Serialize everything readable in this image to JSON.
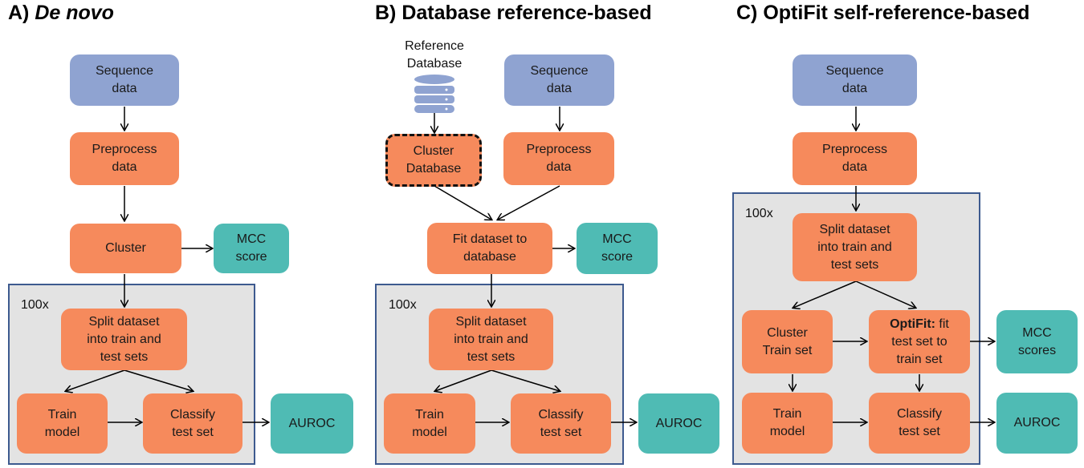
{
  "panelA": {
    "title_prefix": "A) ",
    "title_italic": "De novo",
    "sequence": "Sequence\ndata",
    "preprocess": "Preprocess\ndata",
    "cluster": "Cluster",
    "mcc": "MCC\nscore",
    "loop_label": "100x",
    "split": "Split dataset\ninto train and\ntest sets",
    "train": "Train\nmodel",
    "classify": "Classify\ntest set",
    "auroc": "AUROC"
  },
  "panelB": {
    "title": "B) Database reference-based",
    "reference_db": "Reference\nDatabase",
    "cluster_db": "Cluster\nDatabase",
    "sequence": "Sequence\ndata",
    "preprocess": "Preprocess\ndata",
    "fit": "Fit dataset to\ndatabase",
    "mcc": "MCC\nscore",
    "loop_label": "100x",
    "split": "Split dataset\ninto train and\ntest sets",
    "train": "Train\nmodel",
    "classify": "Classify\ntest set",
    "auroc": "AUROC"
  },
  "panelC": {
    "title": "C) OptiFit self-reference-based",
    "sequence": "Sequence\ndata",
    "preprocess": "Preprocess\ndata",
    "loop_label": "100x",
    "split": "Split dataset\ninto train and\ntest sets",
    "cluster_train": "Cluster\nTrain set",
    "optifit_bold": "OptiFit:",
    "optifit_rest": " fit\ntest set to\ntrain set",
    "mcc": "MCC\nscores",
    "train": "Train\nmodel",
    "classify": "Classify\ntest set",
    "auroc": "AUROC"
  },
  "colors": {
    "sequence": "#8fa3d1",
    "process": "#f68a5c",
    "output": "#4fbbb4",
    "loop_fill": "#e3e3e3",
    "loop_border": "#3d5a8f",
    "database_icon": "#8fa3d1"
  },
  "icons": {
    "database": "database-icon"
  }
}
